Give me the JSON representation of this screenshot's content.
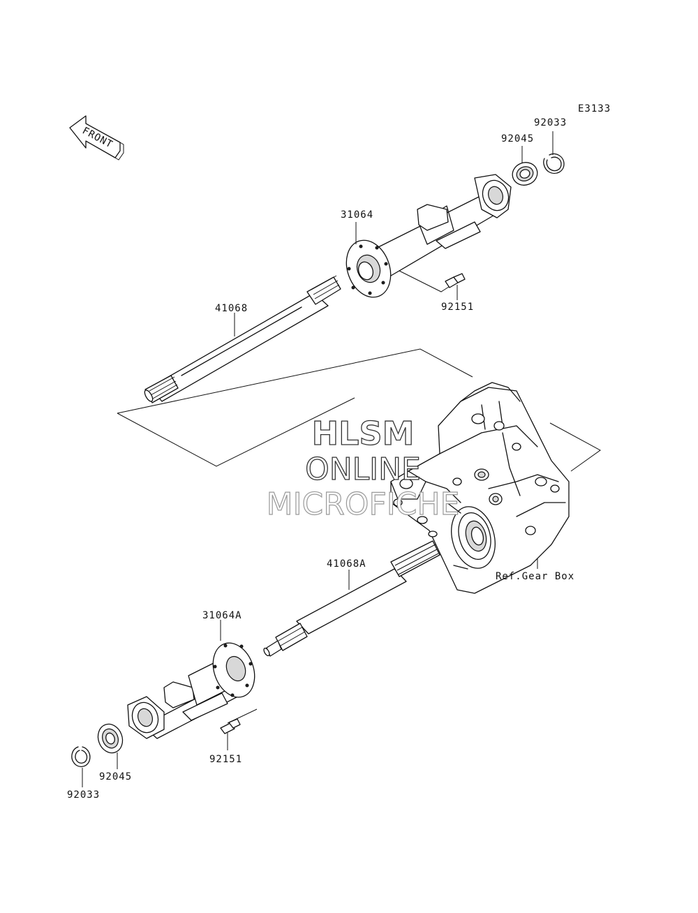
{
  "diagram_code": "E3133",
  "front_label": "FRONT",
  "watermark": {
    "line1": "HLSM",
    "line2": "ONLINE",
    "line3": "MICROFICHE"
  },
  "parts": {
    "upper_circlip": "92033",
    "upper_bearing": "92045",
    "upper_housing": "31064",
    "upper_bolt": "92151",
    "upper_shaft": "41068",
    "lower_shaft": "41068A",
    "lower_housing": "31064A",
    "lower_bolt": "92151",
    "lower_bearing": "92045",
    "lower_circlip": "92033"
  },
  "ref_gearbox": "Ref.Gear Box"
}
